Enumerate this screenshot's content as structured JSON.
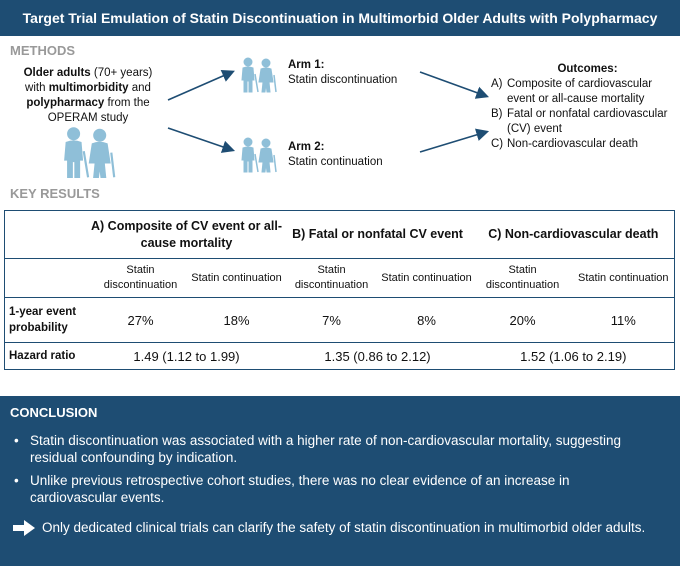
{
  "title": "Target Trial Emulation of Statin Discontinuation in Multimorbid Older Adults with Polypharmacy",
  "methods": {
    "label": "METHODS",
    "population": {
      "part1_bold": "Older adults",
      "part2": " (70+ years) with ",
      "part3_bold": "multimorbidity",
      "part4": " and ",
      "part5_bold": "polypharmacy",
      "part6": " from the OPERAM study"
    },
    "arm1": {
      "title": "Arm 1:",
      "text": "Statin discontinuation"
    },
    "arm2": {
      "title": "Arm 2:",
      "text": "Statin continuation"
    },
    "outcomes": {
      "title": "Outcomes:",
      "items": [
        {
          "letter": "A)",
          "text": "Composite of cardiovascular event or all-cause mortality"
        },
        {
          "letter": "B)",
          "text": "Fatal or nonfatal cardiovascular (CV) event"
        },
        {
          "letter": "C)",
          "text": "Non-cardiovascular death"
        }
      ]
    },
    "icons": [
      "elderly-couple-icon",
      "elderly-couple-icon",
      "elderly-couple-icon"
    ],
    "icon_color": "#8fbfd8"
  },
  "results": {
    "label": "KEY RESULTS",
    "groups": [
      "A) Composite of CV event or all-cause mortality",
      "B) Fatal or nonfatal CV event",
      "C) Non-cardiovascular death"
    ],
    "subheaders": [
      "Statin discontinuation",
      "Statin continuation",
      "Statin discontinuation",
      "Statin continuation",
      "Statin discontinuation",
      "Statin continuation"
    ],
    "rows": [
      {
        "label": "1-year event probability",
        "values": [
          "27%",
          "18%",
          "7%",
          "8%",
          "20%",
          "11%"
        ]
      },
      {
        "label": "Hazard ratio",
        "values": [
          "1.49 (1.12 to 1.99)",
          "1.35 (0.86 to 2.12)",
          "1.52 (1.06 to 2.19)"
        ]
      }
    ]
  },
  "conclusion": {
    "label": "CONCLUSION",
    "bullets": [
      "Statin discontinuation was associated with a higher rate of non-cardiovascular mortality, suggesting residual confounding by indication.",
      "Unlike previous retrospective cohort studies, there was no clear evidence of an increase in cardiovascular events."
    ],
    "final": "Only dedicated clinical trials can clarify the safety of statin discontinuation in multimorbid older adults."
  },
  "colors": {
    "accent": "#1e4d73",
    "label_gray": "#999999"
  }
}
